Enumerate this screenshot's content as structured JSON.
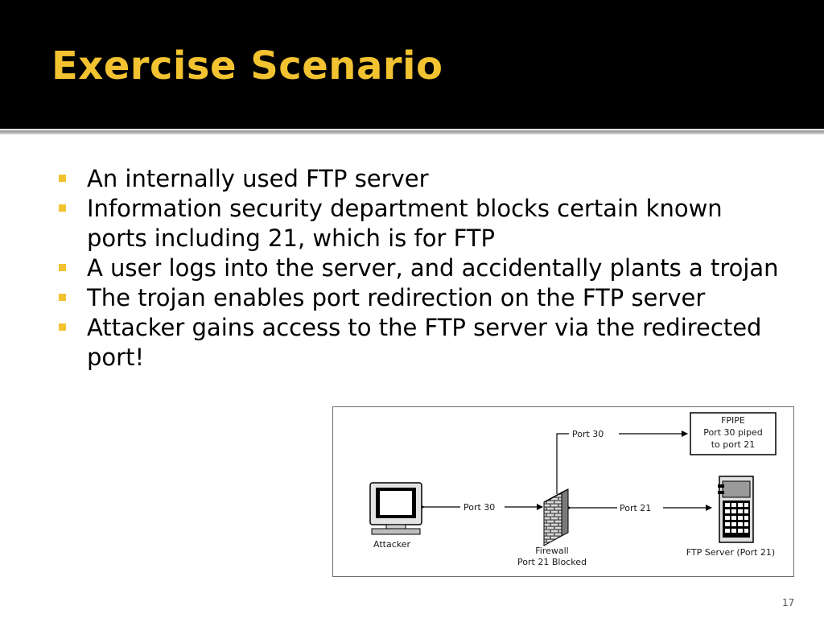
{
  "slide": {
    "title": "Exercise Scenario",
    "page_number": "17",
    "accent_color": "#f2c230",
    "title_bar_color": "#000000"
  },
  "bullets": [
    "An internally used FTP server",
    "Information security department blocks certain known ports including 21, which is for FTP",
    "A user logs into the server, and accidentally plants a trojan",
    "The trojan enables port redirection on the FTP server",
    "Attacker gains access to the FTP server via the redirected port!"
  ],
  "diagram": {
    "fpipe_box": {
      "line1": "FPIPE",
      "line2": "Port 30 piped",
      "line3": "to port 21"
    },
    "top_link_label": "Port 30",
    "attacker_link_label": "Port 30",
    "server_link_label": "Port 21",
    "attacker_label": "Attacker",
    "firewall_label_line1": "Firewall",
    "firewall_label_line2": "Port 21 Blocked",
    "server_label": "FTP Server (Port 21)",
    "icons": [
      "monitor-icon",
      "brick-wall-icon",
      "server-tower-icon"
    ]
  }
}
